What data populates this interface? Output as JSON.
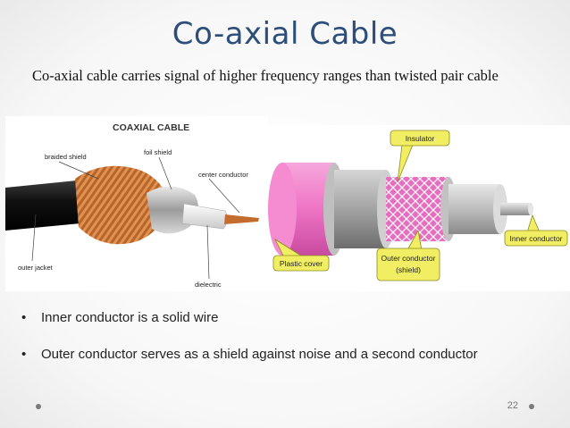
{
  "slide": {
    "title": "Co-axial Cable",
    "subtitle": "Co-axial cable carries signal of higher frequency ranges than twisted pair cable",
    "page_number": "22"
  },
  "left_image": {
    "heading": "COAXIAL CABLE",
    "labels": {
      "braided_shield": "braided shield",
      "foil_shield": "foil shield",
      "center_conductor": "center conductor",
      "outer_jacket": "outer jacket",
      "dielectric": "dielectric"
    }
  },
  "right_image": {
    "labels": {
      "insulator": "Insulator",
      "plastic_cover": "Plastic cover",
      "outer_conductor_line1": "Outer conductor",
      "outer_conductor_line2": "(shield)",
      "inner_conductor": "Inner conductor"
    },
    "colors": {
      "callout_fill": "#f2ee63",
      "callout_stroke": "#8a8a20",
      "cover": "#ee74c4",
      "shield": "#e66ec0"
    }
  },
  "bullets": [
    "Inner conductor is a solid wire",
    "Outer conductor serves  as a shield against noise and a second conductor"
  ],
  "colors": {
    "title": "#2d4e7a"
  }
}
